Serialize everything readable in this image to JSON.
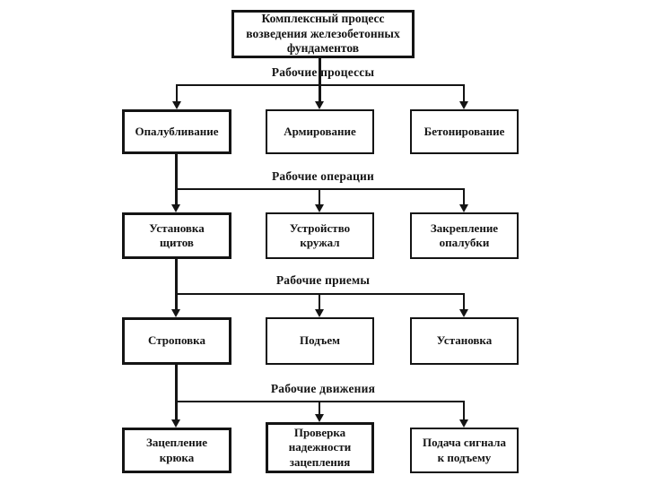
{
  "diagram": {
    "root_title": "Комплексный процесс\nвозведения железобетонных\nфундаментов",
    "levels": [
      {
        "label": "Рабочие процессы",
        "boxes": [
          "Опалубливание",
          "Армирование",
          "Бетонирование"
        ]
      },
      {
        "label": "Рабочие операции",
        "boxes": [
          "Установка\nщитов",
          "Устройство\nкружал",
          "Закрепление\nопалубки"
        ]
      },
      {
        "label": "Рабочие приемы",
        "boxes": [
          "Строповка",
          "Подъем",
          "Установка"
        ]
      },
      {
        "label": "Рабочие движения",
        "boxes": [
          "Зацепление\nкрюка",
          "Проверка\nнадежности\nзацепления",
          "Подача сигнала\nк подъему"
        ]
      }
    ],
    "colors": {
      "ink": "#141414",
      "paper": "#ffffff"
    }
  }
}
